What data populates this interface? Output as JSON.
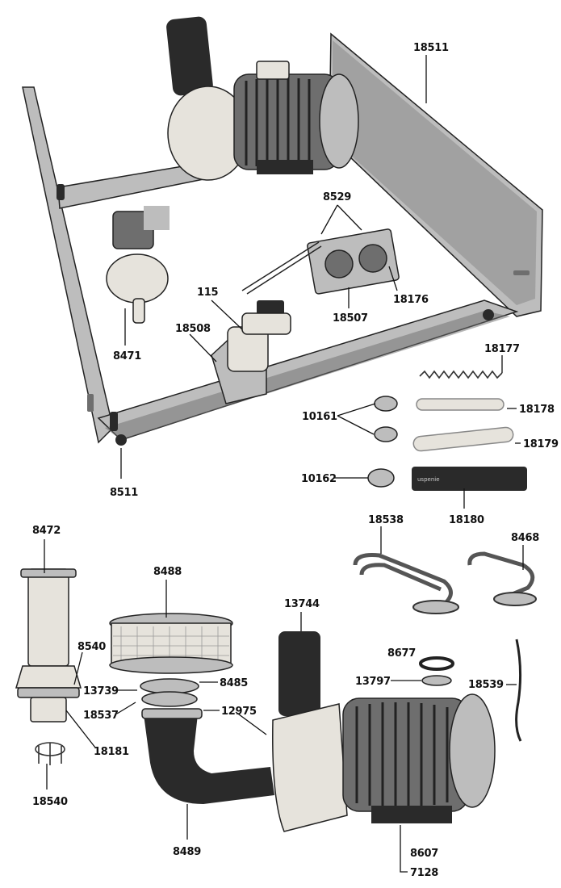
{
  "part_labels": {
    "p18511": "18511",
    "p8529": "8529",
    "p18176": "18176",
    "p18507": "18507",
    "p115": "115",
    "p18508": "18508",
    "p8471": "8471",
    "p18177": "18177",
    "p18178": "18178",
    "p10161": "10161",
    "p18179": "18179",
    "p10162": "10162",
    "p18180": "18180",
    "p8511": "8511",
    "p8472": "8472",
    "p18538": "18538",
    "p8468": "8468",
    "p8488": "8488",
    "p13744": "13744",
    "p8540": "8540",
    "p13739": "13739",
    "p8485": "8485",
    "p18537": "18537",
    "p12975": "12975",
    "p18181": "18181",
    "p18540": "18540",
    "p8677": "8677",
    "p13797": "13797",
    "p18539": "18539",
    "p8489": "8489",
    "p8607": "8607",
    "p7128": "7128"
  },
  "hose_print": "uspenie",
  "colors": {
    "line": "#111111",
    "metal_light": "#bdbdbd",
    "metal_dark": "#2a2a2a",
    "plastic": "#e6e3dc"
  }
}
